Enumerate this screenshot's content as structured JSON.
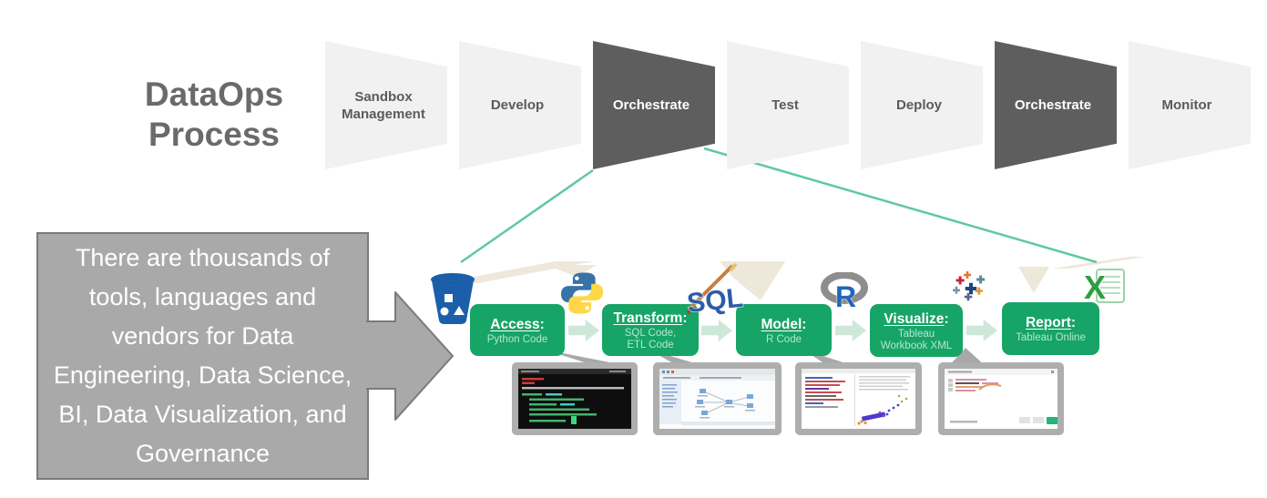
{
  "title": {
    "line1": "DataOps",
    "line2": "Process"
  },
  "process_steps": [
    {
      "label": "Sandbox Management",
      "highlighted": false
    },
    {
      "label": "Develop",
      "highlighted": false
    },
    {
      "label": "Orchestrate",
      "highlighted": true
    },
    {
      "label": "Test",
      "highlighted": false
    },
    {
      "label": "Deploy",
      "highlighted": false
    },
    {
      "label": "Orchestrate",
      "highlighted": true
    },
    {
      "label": "Monitor",
      "highlighted": false
    }
  ],
  "note_box": {
    "text": "There are thousands of tools, languages and vendors for Data Engineering, Data Science, BI, Data Visualization, and Governance"
  },
  "labels": {
    "colon": ":"
  },
  "pipeline": [
    {
      "title": "Access",
      "sub": [
        "Python Code"
      ]
    },
    {
      "title": "Transform",
      "sub": [
        "SQL Code,",
        "ETL Code"
      ]
    },
    {
      "title": "Model",
      "sub": [
        "R Code"
      ]
    },
    {
      "title": "Visualize",
      "sub": [
        "Tableau",
        "Workbook XML"
      ]
    },
    {
      "title": "Report",
      "sub": [
        "Tableau Online"
      ]
    }
  ],
  "icon_text": {
    "sql": "SQL",
    "r": "R",
    "excel": "X"
  },
  "icons": [
    "bitbucket-bucket-icon",
    "python-icon",
    "sql-icon",
    "r-logo-icon",
    "tableau-icon",
    "excel-icon"
  ],
  "thumbnails": [
    "python-terminal-output",
    "etl-flow-tool",
    "r-code-and-scatter-plot",
    "workbook-xml-dialog"
  ],
  "colors": {
    "accent_green": "#17a467",
    "pale_green_arrow": "#cde8d9",
    "chevron_light": "#f1f1f1",
    "chevron_dark": "#5e5e5e",
    "note_gray": "#a9a9a9",
    "teal_line": "#5fc9a0"
  }
}
